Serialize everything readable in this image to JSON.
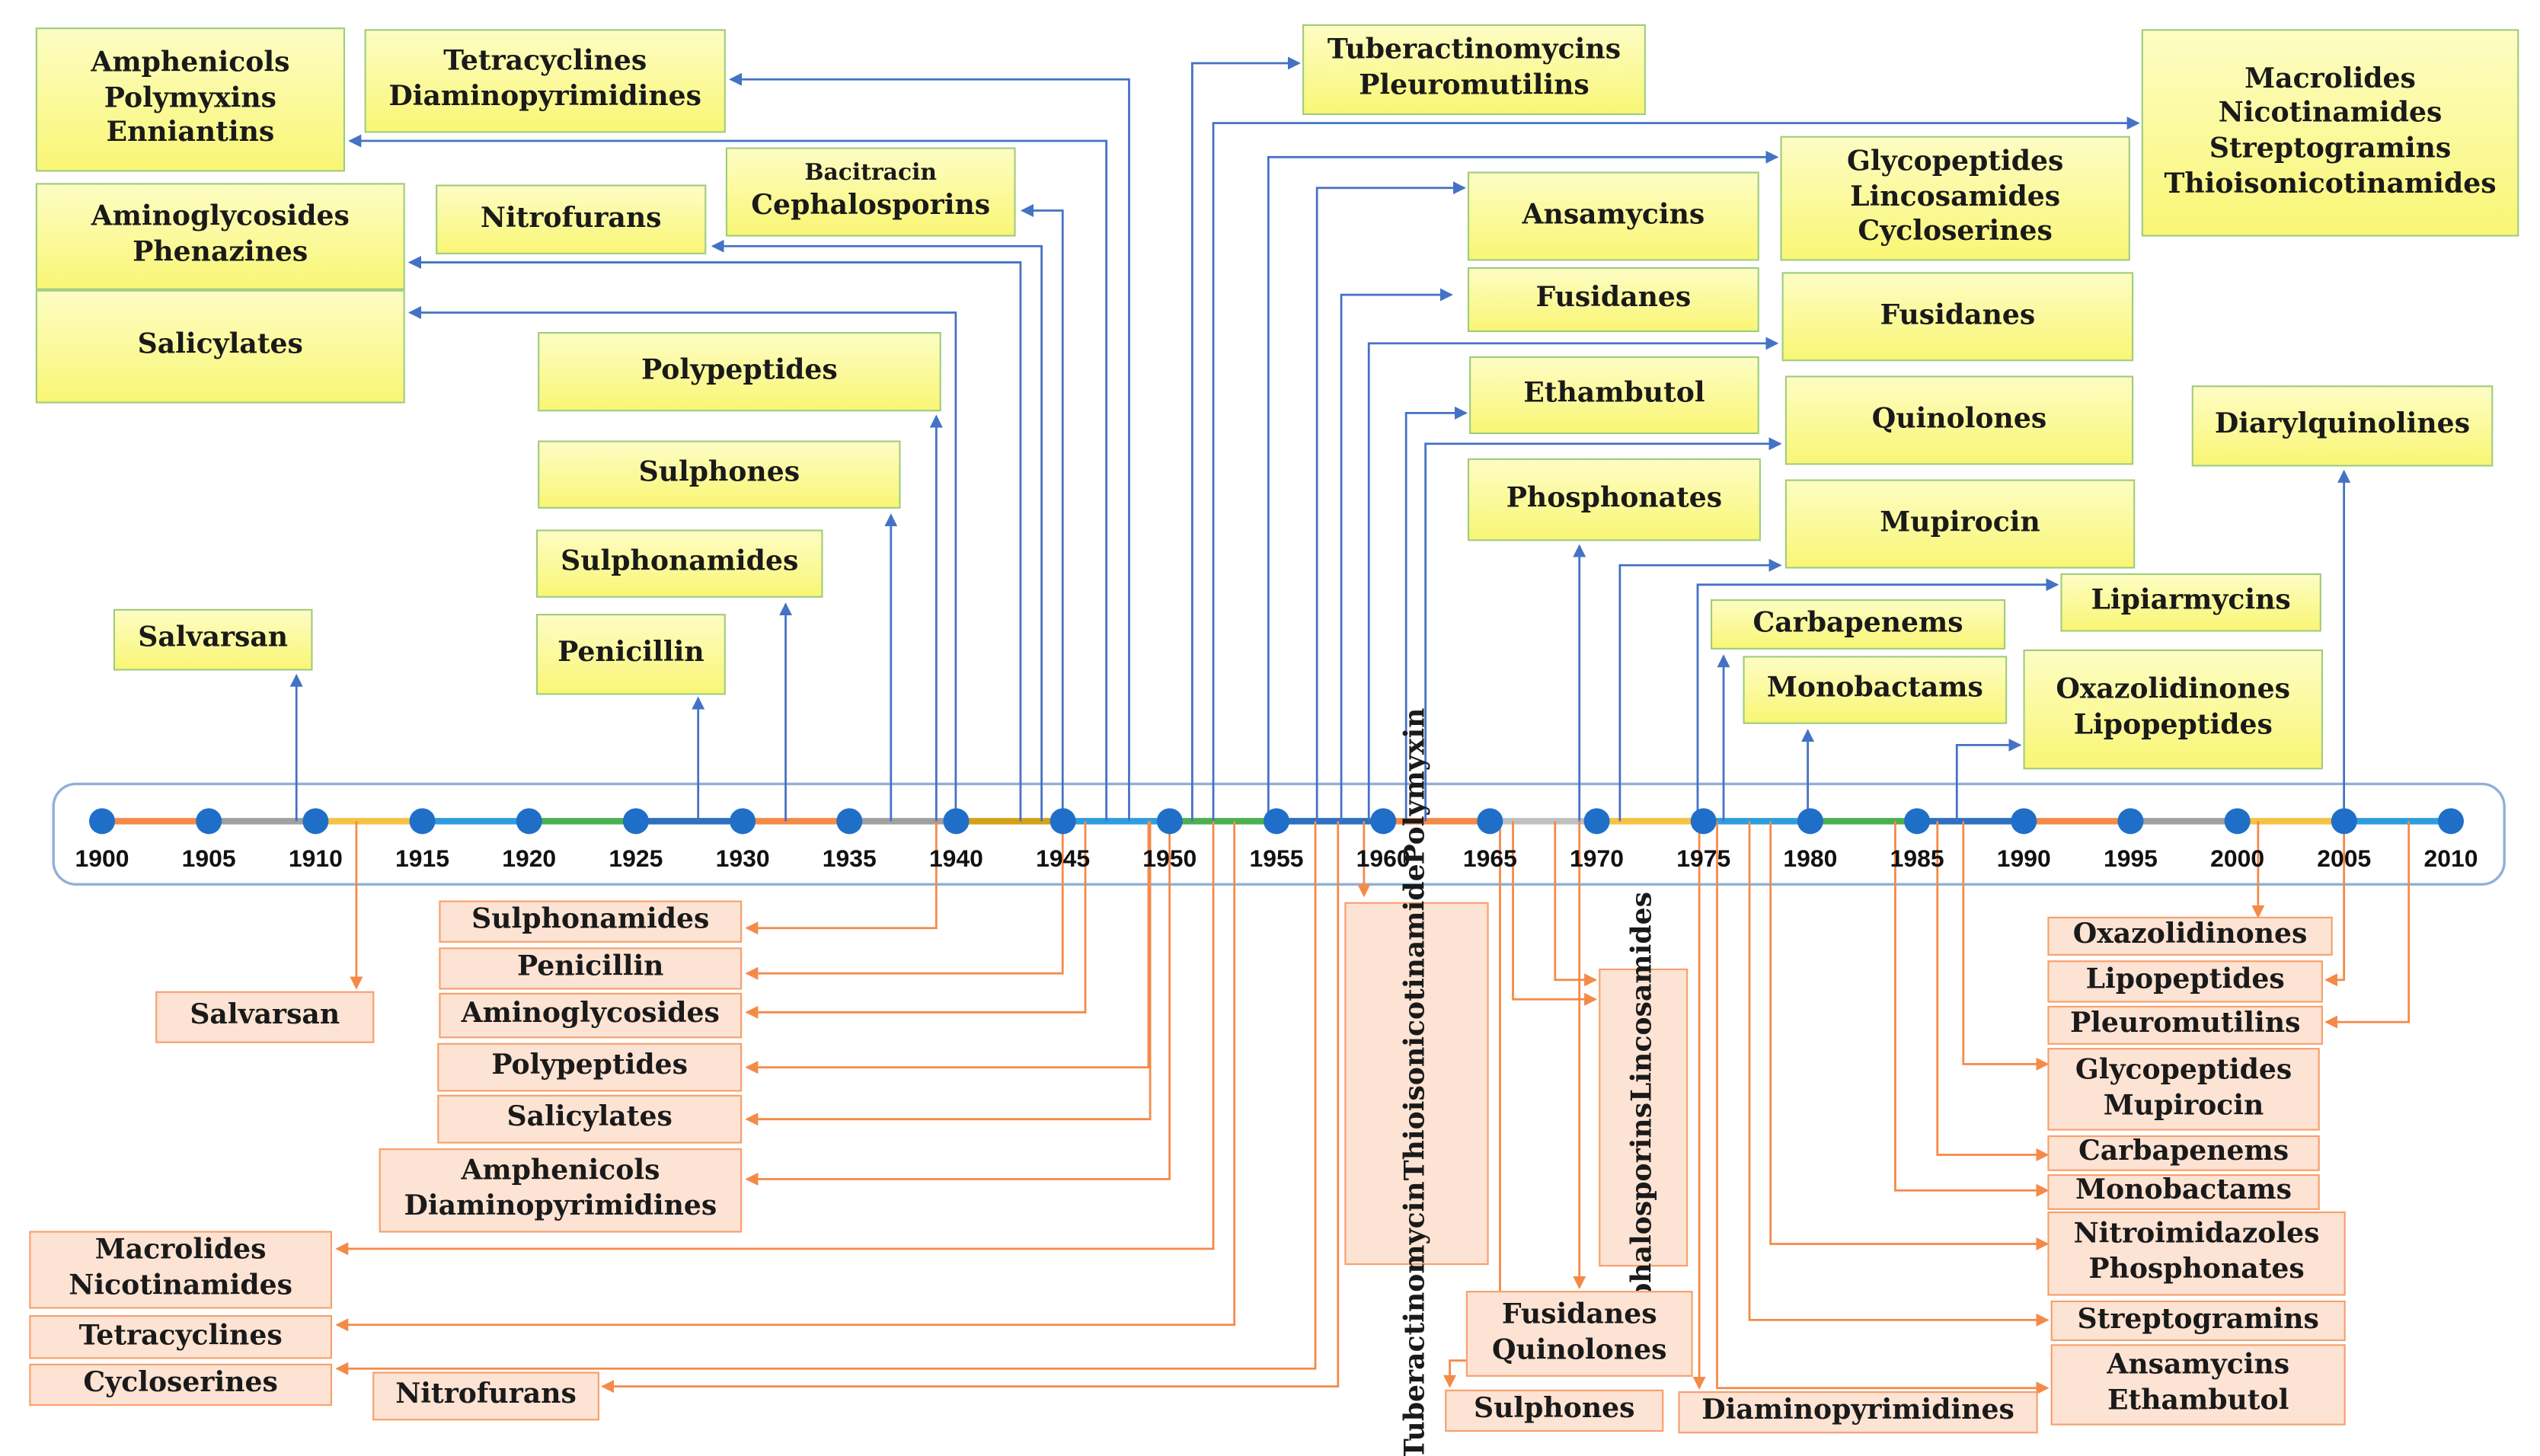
{
  "years": [
    "1900",
    "1905",
    "1910",
    "1915",
    "1920",
    "1925",
    "1930",
    "1935",
    "1940",
    "1945",
    "1950",
    "1955",
    "1960",
    "1965",
    "1970",
    "1975",
    "1980",
    "1985",
    "1990",
    "1995",
    "2000",
    "2005",
    "2010"
  ],
  "colors": {
    "discovery_line": "#4472c4",
    "resistance_line": "#f48a48",
    "timeline_dot": "#1f6fc9",
    "timeline_border": "#8fb0d8"
  },
  "discovery": {
    "salvarsan": [
      "Salvarsan"
    ],
    "penicillin": [
      "Penicillin"
    ],
    "sulphonamides": [
      "Sulphonamides"
    ],
    "sulphones": [
      "Sulphones"
    ],
    "polypeptides": [
      "Polypeptides"
    ],
    "salicylates": [
      "Salicylates"
    ],
    "aminoglycosides": [
      "Aminoglycosides",
      "Phenazines"
    ],
    "amphenicols": [
      "Amphenicols",
      "Polymyxins",
      "Enniantins"
    ],
    "tetracyclines": [
      "Tetracyclines",
      "Diaminopyrimidines"
    ],
    "nitrofurans": [
      "Nitrofurans"
    ],
    "cephalosporins": [
      "Bacitracin",
      "Cephalosporins"
    ],
    "tuberactinomycins": [
      "Tuberactinomycins",
      "Pleuromutilins"
    ],
    "ansamycins": [
      "Ansamycins"
    ],
    "fusidanes_a": [
      "Fusidanes"
    ],
    "ethambutol": [
      "Ethambutol"
    ],
    "phosphonates": [
      "Phosphonates"
    ],
    "glycopeptides": [
      "Glycopeptides",
      "Lincosamides",
      "Cycloserines"
    ],
    "fusidanes_b": [
      "Fusidanes"
    ],
    "quinolones": [
      "Quinolones"
    ],
    "mupirocin": [
      "Mupirocin"
    ],
    "carbapenems": [
      "Carbapenems"
    ],
    "monobactams": [
      "Monobactams"
    ],
    "lipiarmycins": [
      "Lipiarmycins"
    ],
    "oxazolidinones": [
      "Oxazolidinones",
      "Lipopeptides"
    ],
    "macrolides": [
      "Macrolides",
      "Nicotinamides",
      "Streptogramins",
      "Thioisonicotinamides"
    ],
    "diarylquinolines": [
      "Diarylquinolines"
    ]
  },
  "resistance": {
    "salvarsan": [
      "Salvarsan"
    ],
    "sulphonamides": [
      "Sulphonamides"
    ],
    "penicillin": [
      "Penicillin"
    ],
    "aminoglycosides": [
      "Aminoglycosides"
    ],
    "polypeptides": [
      "Polypeptides"
    ],
    "salicylates": [
      "Salicylates"
    ],
    "amphenicols": [
      "Amphenicols",
      "Diaminopyrimidines"
    ],
    "macrolides": [
      "Macrolides",
      "Nicotinamides"
    ],
    "tetracyclines": [
      "Tetracyclines"
    ],
    "cycloserines": [
      "Cycloserines"
    ],
    "nitrofurans": [
      "Nitrofurans"
    ],
    "tuberactinomycin": [
      "Tuberactinomycin",
      "Thioisonicotinamide",
      "Polymyxin"
    ],
    "cephalosporins": [
      "Cephalosporins",
      "Lincosamides"
    ],
    "fusidanes": [
      "Fusidanes",
      "Quinolones"
    ],
    "sulphones": [
      "Sulphones"
    ],
    "diaminopyrimidines": [
      "Diaminopyrimidines"
    ],
    "oxazolidinones": [
      "Oxazolidinones"
    ],
    "lipopeptides": [
      "Lipopeptides"
    ],
    "pleuromutilins": [
      "Pleuromutilins"
    ],
    "glycopeptides": [
      "Glycopeptides",
      "Mupirocin"
    ],
    "carbapenems": [
      "Carbapenems"
    ],
    "monobactams": [
      "Monobactams"
    ],
    "nitroimidazoles": [
      "Nitroimidazoles",
      "Phosphonates"
    ],
    "streptogramins": [
      "Streptogramins"
    ],
    "ansamycins": [
      "Ansamycins",
      "Ethambutol"
    ]
  }
}
